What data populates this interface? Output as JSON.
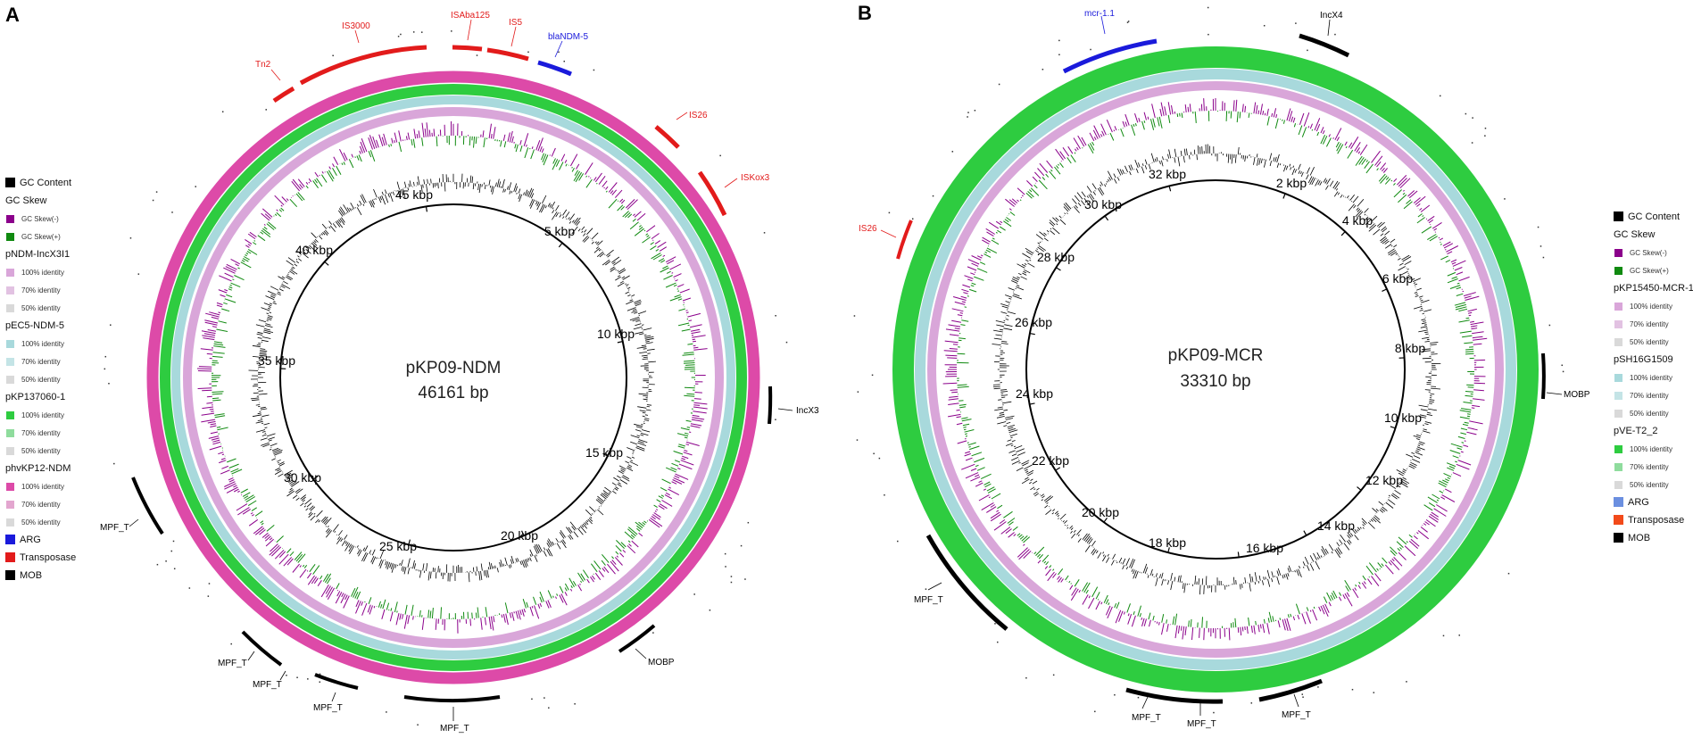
{
  "colors": {
    "gc_content": "#000000",
    "gc_skew_neg": "#8b008b",
    "gc_skew_pos": "#108a10",
    "ring_pink_light": "#d9a6d9",
    "ring_cyan": "#a8d9dc",
    "ring_green": "#2ecc40",
    "ring_magenta": "#dd4aa8",
    "arg": "#1a1adb",
    "transposase": "#e21b1b",
    "mob": "#000000",
    "identity_70_pink": "#e2c2e2",
    "identity_50_gray": "#d9d9d9",
    "identity_70_cyan": "#c4e4e6",
    "identity_70_green": "#8fdc9d",
    "identity_70_magenta": "#e3a6cf",
    "transposase_b": "#f24a1a",
    "arg_b": "#6b8fe0"
  },
  "panels": [
    {
      "letter": "A",
      "title": "pKP09-NDM",
      "size_label": "46161 bp",
      "length": 46161,
      "ticks": [
        {
          "label": "5 kbp",
          "pos": 5000
        },
        {
          "label": "10 kbp",
          "pos": 10000
        },
        {
          "label": "15 kbp",
          "pos": 15000
        },
        {
          "label": "20 kbp",
          "pos": 20000
        },
        {
          "label": "25 kbp",
          "pos": 25000
        },
        {
          "label": "30 kbp",
          "pos": 30000
        },
        {
          "label": "35 kbp",
          "pos": 35000
        },
        {
          "label": "40 kbp",
          "pos": 40000
        },
        {
          "label": "45 kbp",
          "pos": 45000
        }
      ],
      "rings": [
        "ring_pink_light",
        "ring_cyan",
        "ring_green",
        "ring_magenta"
      ],
      "features": [
        {
          "label": "Tn2",
          "type": "transposase"
        },
        {
          "label": "IS3000",
          "type": "transposase"
        },
        {
          "label": "ISAba125",
          "type": "transposase"
        },
        {
          "label": "IS5",
          "type": "transposase"
        },
        {
          "label": "blaNDM-5",
          "type": "arg"
        },
        {
          "label": "IS26",
          "type": "transposase"
        },
        {
          "label": "ISKox3",
          "type": "transposase"
        },
        {
          "label": "IncX3",
          "type": "mob"
        },
        {
          "label": "MOBP",
          "type": "mob"
        },
        {
          "label": "MPF_T",
          "type": "mob"
        },
        {
          "label": "MPF_T",
          "type": "mob"
        },
        {
          "label": "MPF_T",
          "type": "mob"
        },
        {
          "label": "MPF_T",
          "type": "mob"
        },
        {
          "label": "MPF_T",
          "type": "mob"
        }
      ],
      "legend": [
        {
          "kind": "head",
          "text": "GC Content",
          "swatch": "gc_content"
        },
        {
          "kind": "head",
          "text": "GC Skew"
        },
        {
          "kind": "sub",
          "text": "GC Skew(-)",
          "swatch": "gc_skew_neg"
        },
        {
          "kind": "sub",
          "text": "GC Skew(+)",
          "swatch": "gc_skew_pos"
        },
        {
          "kind": "head",
          "text": "pNDM-IncX3I1"
        },
        {
          "kind": "sub",
          "text": "100% identity",
          "swatch": "ring_pink_light"
        },
        {
          "kind": "sub",
          "text": "70% identity",
          "swatch": "identity_70_pink"
        },
        {
          "kind": "sub",
          "text": "50% identity",
          "swatch": "identity_50_gray"
        },
        {
          "kind": "head",
          "text": "pEC5-NDM-5"
        },
        {
          "kind": "sub",
          "text": "100% identity",
          "swatch": "ring_cyan"
        },
        {
          "kind": "sub",
          "text": "70% identity",
          "swatch": "identity_70_cyan"
        },
        {
          "kind": "sub",
          "text": "50% identity",
          "swatch": "identity_50_gray"
        },
        {
          "kind": "head",
          "text": "pKP137060-1"
        },
        {
          "kind": "sub",
          "text": "100% identity",
          "swatch": "ring_green"
        },
        {
          "kind": "sub",
          "text": "70% identity",
          "swatch": "identity_70_green"
        },
        {
          "kind": "sub",
          "text": "50% identity",
          "swatch": "identity_50_gray"
        },
        {
          "kind": "head",
          "text": "phvKP12-NDM"
        },
        {
          "kind": "sub",
          "text": "100% identity",
          "swatch": "ring_magenta"
        },
        {
          "kind": "sub",
          "text": "70% identity",
          "swatch": "identity_70_magenta"
        },
        {
          "kind": "sub",
          "text": "50% identity",
          "swatch": "identity_50_gray"
        },
        {
          "kind": "head",
          "text": "ARG",
          "swatch": "arg"
        },
        {
          "kind": "head",
          "text": "Transposase",
          "swatch": "transposase"
        },
        {
          "kind": "head",
          "text": "MOB",
          "swatch": "mob"
        }
      ]
    },
    {
      "letter": "B",
      "title": "pKP09-MCR",
      "size_label": "33310 bp",
      "length": 33310,
      "ticks": [
        {
          "label": "2 kbp",
          "pos": 2000
        },
        {
          "label": "4 kbp",
          "pos": 4000
        },
        {
          "label": "6 kbp",
          "pos": 6000
        },
        {
          "label": "8 kbp",
          "pos": 8000
        },
        {
          "label": "10 kbp",
          "pos": 10000
        },
        {
          "label": "12 kbp",
          "pos": 12000
        },
        {
          "label": "14 kbp",
          "pos": 14000
        },
        {
          "label": "16 kbp",
          "pos": 16000
        },
        {
          "label": "18 kbp",
          "pos": 18000
        },
        {
          "label": "20 kbp",
          "pos": 20000
        },
        {
          "label": "22 kbp",
          "pos": 22000
        },
        {
          "label": "24 kbp",
          "pos": 24000
        },
        {
          "label": "26 kbp",
          "pos": 26000
        },
        {
          "label": "28 kbp",
          "pos": 28000
        },
        {
          "label": "30 kbp",
          "pos": 30000
        },
        {
          "label": "32 kbp",
          "pos": 32000
        }
      ],
      "rings": [
        "ring_pink_light",
        "ring_cyan",
        "ring_green"
      ],
      "features": [
        {
          "label": "mcr-1.1",
          "type": "arg"
        },
        {
          "label": "IncX4",
          "type": "mob"
        },
        {
          "label": "IS26",
          "type": "transposase"
        },
        {
          "label": "MOBP",
          "type": "mob"
        },
        {
          "label": "MPF_T",
          "type": "mob"
        },
        {
          "label": "MPF_T",
          "type": "mob"
        },
        {
          "label": "MPF_T",
          "type": "mob"
        },
        {
          "label": "MPF_T",
          "type": "mob"
        }
      ],
      "legend": [
        {
          "kind": "head",
          "text": "GC Content",
          "swatch": "gc_content"
        },
        {
          "kind": "head",
          "text": "GC Skew"
        },
        {
          "kind": "sub",
          "text": "GC Skew(-)",
          "swatch": "gc_skew_neg"
        },
        {
          "kind": "sub",
          "text": "GC Skew(+)",
          "swatch": "gc_skew_pos"
        },
        {
          "kind": "head",
          "text": "pKP15450-MCR-1"
        },
        {
          "kind": "sub",
          "text": "100% identity",
          "swatch": "ring_pink_light"
        },
        {
          "kind": "sub",
          "text": "70% identity",
          "swatch": "identity_70_pink"
        },
        {
          "kind": "sub",
          "text": "50% identity",
          "swatch": "identity_50_gray"
        },
        {
          "kind": "head",
          "text": "pSH16G1509"
        },
        {
          "kind": "sub",
          "text": "100% identity",
          "swatch": "ring_cyan"
        },
        {
          "kind": "sub",
          "text": "70% identity",
          "swatch": "identity_70_cyan"
        },
        {
          "kind": "sub",
          "text": "50% identity",
          "swatch": "identity_50_gray"
        },
        {
          "kind": "head",
          "text": "pVE-T2_2"
        },
        {
          "kind": "sub",
          "text": "100% identity",
          "swatch": "ring_green"
        },
        {
          "kind": "sub",
          "text": "70% identity",
          "swatch": "identity_70_green"
        },
        {
          "kind": "sub",
          "text": "50% identity",
          "swatch": "identity_50_gray"
        },
        {
          "kind": "head",
          "text": "ARG",
          "swatch": "arg_b"
        },
        {
          "kind": "head",
          "text": "Transposase",
          "swatch": "transposase_b"
        },
        {
          "kind": "head",
          "text": "MOB",
          "swatch": "mob"
        }
      ]
    }
  ]
}
